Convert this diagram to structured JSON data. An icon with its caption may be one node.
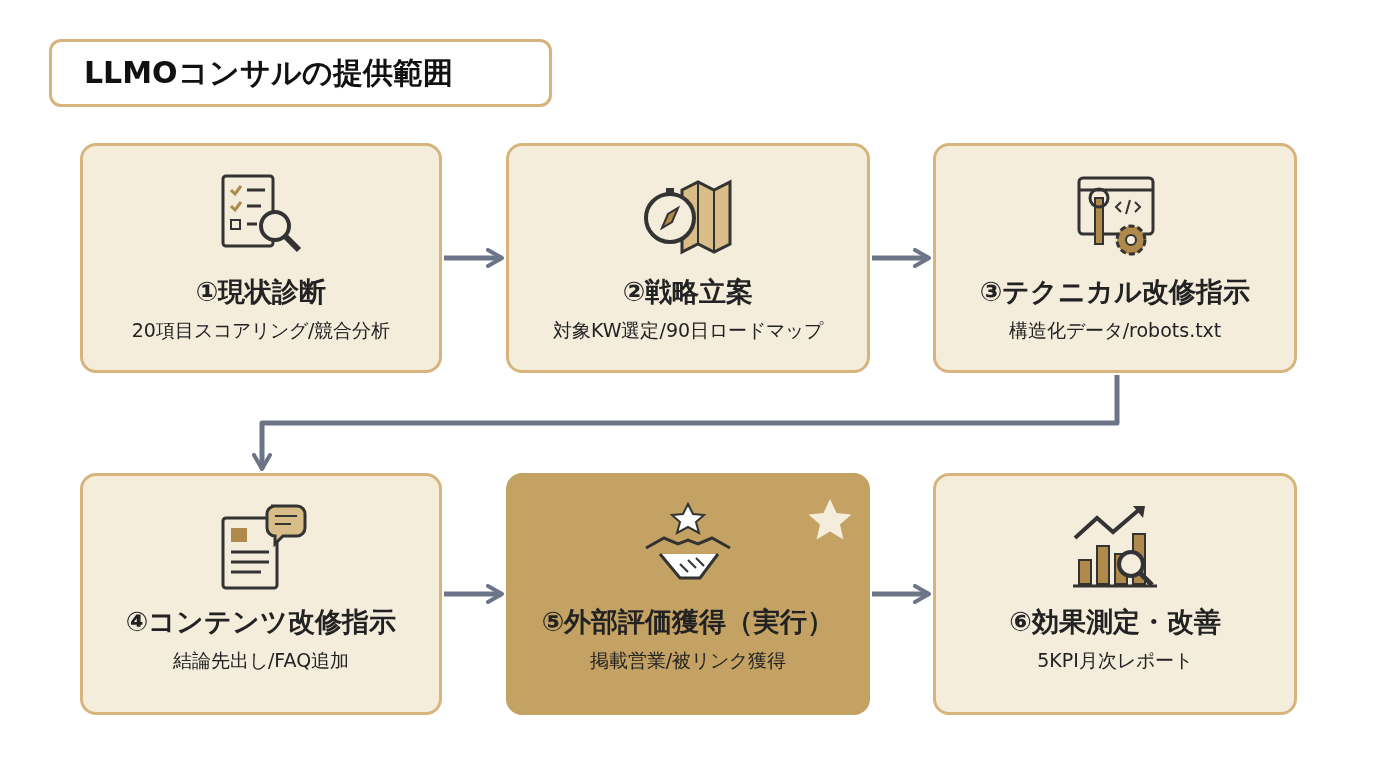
{
  "diagram": {
    "title": "LLMOコンサルの提供範囲",
    "nodes": [
      {
        "text": [
          "①現状診断",
          "20項目スコアリング/競合分析"
        ]
      },
      {
        "text": [
          "②戦略立案",
          "対象KW選定/90日ロードマップ"
        ]
      },
      {
        "text": [
          "③テクニカル改修指示",
          "構造化データ/robots.txt"
        ]
      },
      {
        "text": [
          "④コンテンツ改修指示",
          "結論先出し/FAQ追加"
        ]
      },
      {
        "text": [
          "⑤外部評価獲得（実行）",
          "掲載営業/被リンク獲得"
        ]
      },
      {
        "text": [
          "⑥効果測定・改善",
          "5KPI月次レポート"
        ]
      }
    ],
    "edges": [
      {
        "from": 0,
        "to": 1,
        "arrow": "to"
      },
      {
        "from": 1,
        "to": 2,
        "arrow": "to"
      },
      {
        "from": 2,
        "to": 3,
        "arrow": "to"
      },
      {
        "from": 3,
        "to": 4,
        "arrow": "to"
      },
      {
        "from": 4,
        "to": 5,
        "arrow": "to"
      }
    ]
  }
}
